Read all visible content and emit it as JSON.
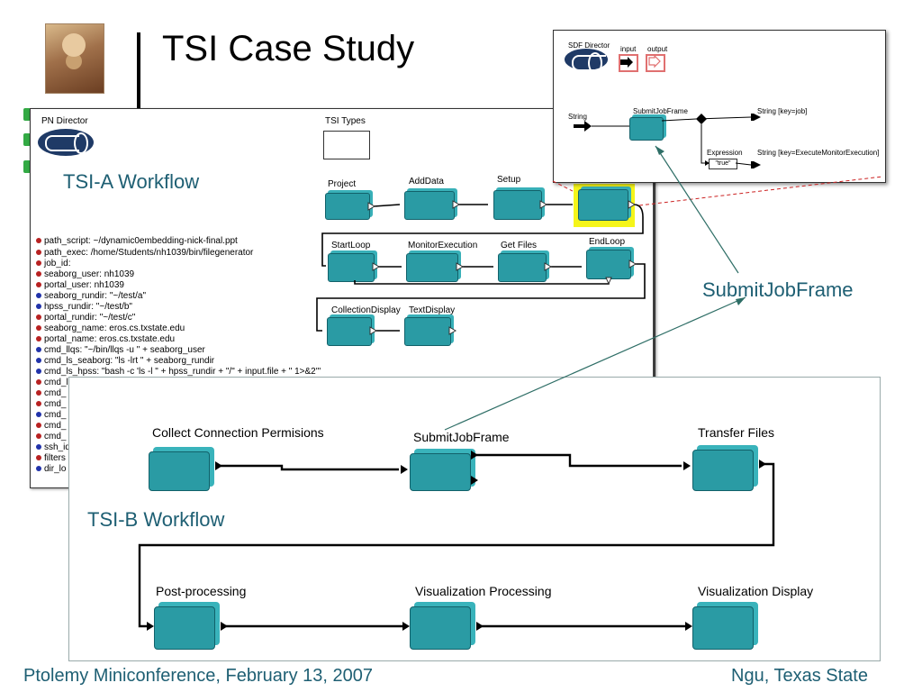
{
  "slide": {
    "title": "TSI Case Study",
    "footer_left": "Ptolemy Miniconference, February 13, 2007",
    "footer_right": "Ngu, Texas State",
    "callout_label": "SubmitJobFrame"
  },
  "colors": {
    "actor": "#2a9ba4",
    "accent_text": "#1e5f73",
    "highlight": "#f5f51a"
  },
  "tsi_a": {
    "director_label": "PN Director",
    "types_label": "TSI Types",
    "workflow_title": "TSI-A Workflow",
    "actors": {
      "project": "Project",
      "adddata": "AddData",
      "setup": "Setup",
      "startloop": "StartLoop",
      "monitor": "MonitorExecution",
      "getfiles": "Get Files",
      "endloop": "EndLoop",
      "collection": "CollectionDisplay",
      "textdisplay": "TextDisplay"
    },
    "properties": [
      {
        "color": "red",
        "text": "path_script: ~/dynamic0embedding-nick-final.ppt"
      },
      {
        "color": "red",
        "text": "path_exec: /home/Students/nh1039/bin/filegenerator"
      },
      {
        "color": "red",
        "text": "job_id:"
      },
      {
        "color": "red",
        "text": "seaborg_user: nh1039"
      },
      {
        "color": "red",
        "text": "portal_user: nh1039"
      },
      {
        "color": "blue",
        "text": "seaborg_rundir: \"~/test/a\""
      },
      {
        "color": "blue",
        "text": "hpss_rundir: \"~/test/b\""
      },
      {
        "color": "red",
        "text": "portal_rundir: \"~/test/c\""
      },
      {
        "color": "red",
        "text": "seaborg_name: eros.cs.txstate.edu"
      },
      {
        "color": "red",
        "text": "portal_name: eros.cs.txstate.edu"
      },
      {
        "color": "blue",
        "text": "cmd_llqs: \"~/bin/llqs -u \" + seaborg_user"
      },
      {
        "color": "blue",
        "text": "cmd_ls_seaborg: \"ls -lrt \" + seaborg_rundir"
      },
      {
        "color": "blue",
        "text": "cmd_ls_hpss: \"bash -c 'ls -l \" + hpss_rundir + \"/\" + input.file + \" 1>&2'\""
      },
      {
        "color": "red",
        "text": "cmd_l"
      },
      {
        "color": "red",
        "text": "cmd_"
      },
      {
        "color": "red",
        "text": "cmd_"
      },
      {
        "color": "blue",
        "text": "cmd_"
      },
      {
        "color": "red",
        "text": "cmd_"
      },
      {
        "color": "red",
        "text": "cmd_"
      },
      {
        "color": "blue",
        "text": "ssh_id"
      },
      {
        "color": "red",
        "text": "filters"
      },
      {
        "color": "blue",
        "text": "dir_lo"
      }
    ]
  },
  "sdf": {
    "director_label": "SDF Director",
    "input_label": "input",
    "output_label": "output",
    "string_in_label": "String",
    "submit_label": "SubmitJobFrame",
    "out1_label": "String [key=job]",
    "expression_label": "Expression",
    "expression_value": "\"true\"",
    "out2_label": "String [key=ExecuteMonitorExecution]"
  },
  "tsi_b": {
    "workflow_title": "TSI-B Workflow",
    "actors": {
      "collect": "Collect Connection Permisions",
      "submit": "SubmitJobFrame",
      "transfer": "Transfer Files",
      "post": "Post-processing",
      "vis_proc": "Visualization Processing",
      "vis_disp": "Visualization Display"
    }
  }
}
